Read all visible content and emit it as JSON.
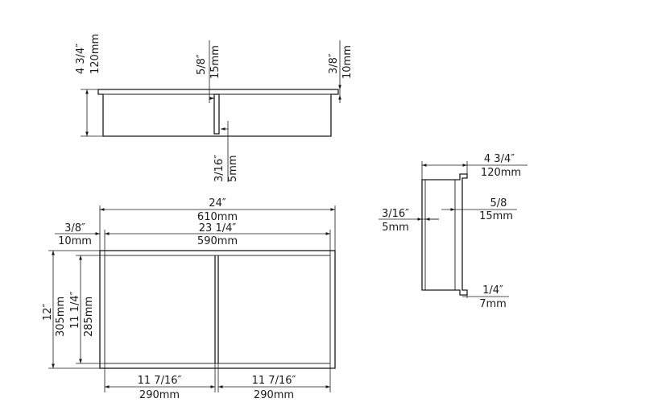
{
  "top_view": {
    "height_in": "4 3/4″",
    "height_mm": "120mm",
    "divider_in": "5/8″",
    "divider_mm": "15mm",
    "flange_in": "3/8″",
    "flange_mm": "10mm",
    "wall_in": "3/16″",
    "wall_mm": "5mm"
  },
  "front_view": {
    "total_width_in": "24″",
    "total_width_mm": "610mm",
    "flange_in": "3/8″",
    "flange_mm": "10mm",
    "inner_width_in": "23 1/4″",
    "inner_width_mm": "590mm",
    "total_height_in": "12″",
    "total_height_mm": "305mm",
    "inner_height_in": "11 1/4″",
    "inner_height_mm": "285mm",
    "left_bay_in": "11 7/16″",
    "left_bay_mm": "290mm",
    "right_bay_in": "11 7/16″",
    "right_bay_mm": "290mm"
  },
  "side_view": {
    "depth_in": "4 3/4″",
    "depth_mm": "120mm",
    "wall_in": "3/16″",
    "wall_mm": "5mm",
    "divider_in": "5/8",
    "divider_mm": "15mm",
    "lip_in": "1/4″",
    "lip_mm": "7mm"
  }
}
